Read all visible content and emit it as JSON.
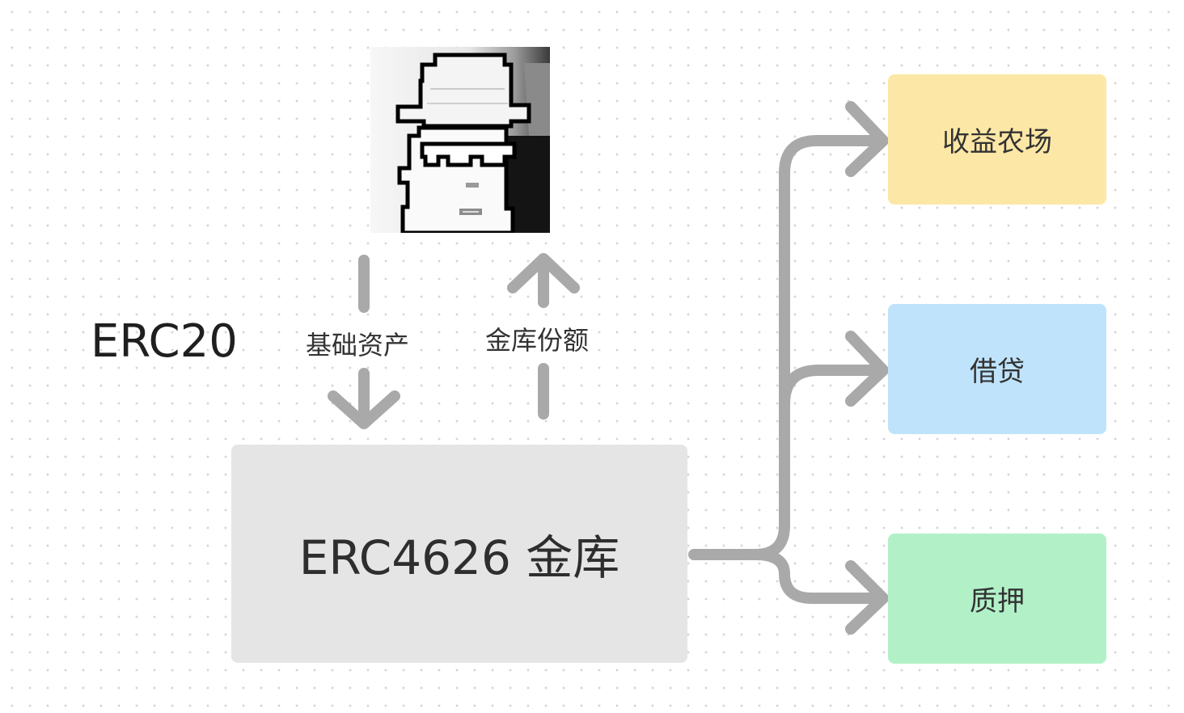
{
  "diagram": {
    "erc20_label": "ERC20",
    "vault": {
      "label": "ERC4626 金库",
      "color": "#e5e5e5"
    },
    "flows": {
      "deposit_label": "基础资产",
      "shares_label": "金库份额"
    },
    "targets": [
      {
        "label": "收益农场",
        "color": "#fde7a6"
      },
      {
        "label": "借贷",
        "color": "#bfe3fb"
      },
      {
        "label": "质押",
        "color": "#b2f1c8"
      }
    ],
    "connector_color": "#a9a9a9",
    "avatar": {
      "icon": "pixel-hat-sunglasses-avatar"
    }
  }
}
